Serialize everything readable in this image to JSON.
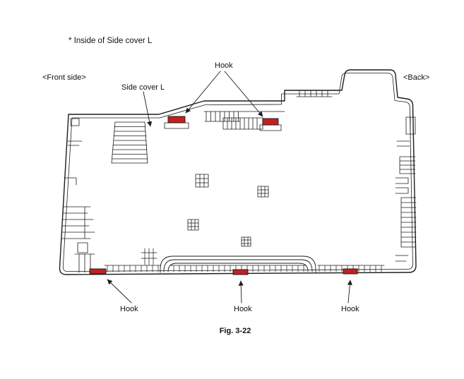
{
  "figure": {
    "title": "* Inside of Side cover L",
    "caption": "Fig. 3-22",
    "labels": {
      "front_side": "<Front side>",
      "back": "<Back>",
      "side_cover": "Side cover L",
      "hook": "Hook"
    },
    "hook_color": "#c42020",
    "colors": {
      "line": "#1c1c1c",
      "background": "#ffffff"
    },
    "hook_count": 5
  }
}
